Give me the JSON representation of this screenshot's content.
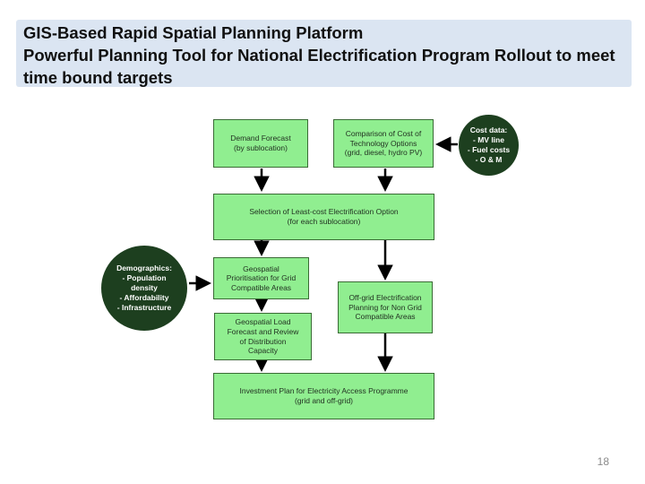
{
  "slide": {
    "title": "GIS-Based Rapid Spatial Planning Platform\nPowerful Planning Tool for National Electrification Program Rollout to meet time bound targets",
    "page_number": "18"
  },
  "colors": {
    "title_bg": "#dbe5f2",
    "box_fill": "#90ee90",
    "box_border": "#3a6b35",
    "circle_fill": "#1d3f1f",
    "circle_text": "#ffffff",
    "arrow": "#000000"
  },
  "diagram": {
    "nodes": {
      "demand_forecast": {
        "type": "box",
        "text": "Demand Forecast\n(by sublocation)"
      },
      "cost_comparison": {
        "type": "box",
        "text": "Comparison of Cost of\nTechnology Options\n(grid, diesel, hydro PV)"
      },
      "cost_data": {
        "type": "circle",
        "text": "Cost data:\n- MV line\n- Fuel costs\n- O & M"
      },
      "selection": {
        "type": "box",
        "text": "Selection of Least-cost Electrification Option\n(for each sublocation)"
      },
      "demographics": {
        "type": "circle",
        "text": "Demographics:\n- Population\ndensity\n- Affordability\n- Infrastructure"
      },
      "grid_prioritisation": {
        "type": "box",
        "text": "Geospatial\nPrioritisation for Grid\nCompatible Areas"
      },
      "offgrid_planning": {
        "type": "box",
        "text": "Off-grid Electrification\nPlanning for Non Grid\nCompatible Areas"
      },
      "load_forecast": {
        "type": "box",
        "text": "Geospatial Load\nForecast and Review\nof Distribution\nCapacity"
      },
      "investment_plan": {
        "type": "box",
        "text": "Investment Plan for Electricity Access Programme\n(grid and off-grid)"
      }
    },
    "edges": [
      {
        "from": "demand_forecast",
        "to": "selection"
      },
      {
        "from": "cost_comparison",
        "to": "selection"
      },
      {
        "from": "cost_data",
        "to": "cost_comparison"
      },
      {
        "from": "selection",
        "to": "grid_prioritisation"
      },
      {
        "from": "selection",
        "to": "offgrid_planning"
      },
      {
        "from": "demographics",
        "to": "grid_prioritisation"
      },
      {
        "from": "grid_prioritisation",
        "to": "load_forecast"
      },
      {
        "from": "load_forecast",
        "to": "investment_plan"
      },
      {
        "from": "offgrid_planning",
        "to": "investment_plan"
      }
    ]
  }
}
